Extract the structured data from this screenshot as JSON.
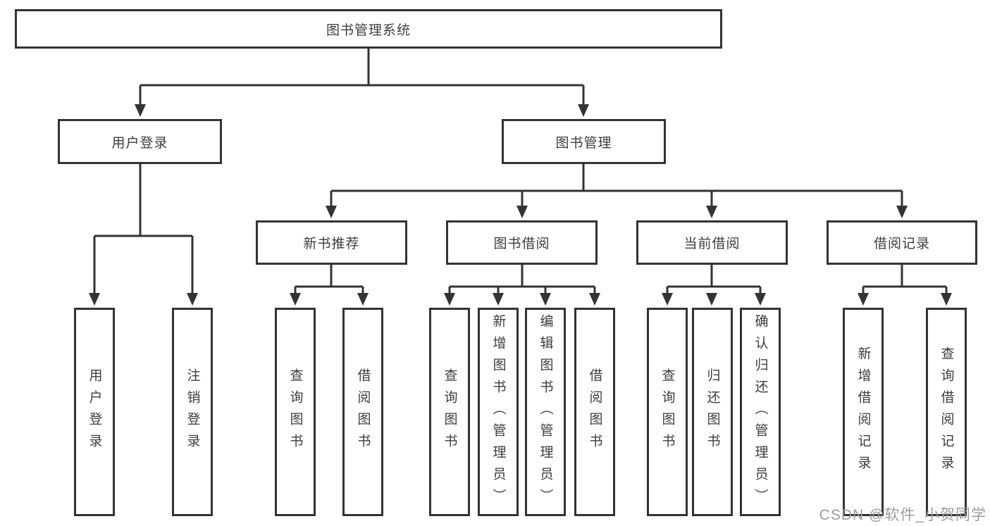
{
  "colors": {
    "line": "#333333",
    "node_border": "#333333",
    "node_text": "#3d3d3d",
    "watermark": "#9b9b9b",
    "background": "#ffffff"
  },
  "tree": {
    "label": "图书管理系统",
    "children": [
      {
        "label": "用户登录",
        "children": [
          {
            "label": "用户登录"
          },
          {
            "label": "注销登录"
          }
        ]
      },
      {
        "label": "图书管理",
        "children": [
          {
            "label": "新书推荐",
            "children": [
              {
                "label": "查询图书"
              },
              {
                "label": "借阅图书"
              }
            ]
          },
          {
            "label": "图书借阅",
            "children": [
              {
                "label": "查询图书"
              },
              {
                "label": "新增图书（管理员）"
              },
              {
                "label": "编辑图书（管理员）"
              },
              {
                "label": "借阅图书"
              }
            ]
          },
          {
            "label": "当前借阅",
            "children": [
              {
                "label": "查询图书"
              },
              {
                "label": "归还图书"
              },
              {
                "label": "确认归还（管理员）"
              }
            ]
          },
          {
            "label": "借阅记录",
            "children": [
              {
                "label": "新增借阅记录"
              },
              {
                "label": "查询借阅记录"
              }
            ]
          }
        ]
      }
    ]
  },
  "watermark": {
    "text": "CSDN @软件_小贺同学"
  }
}
